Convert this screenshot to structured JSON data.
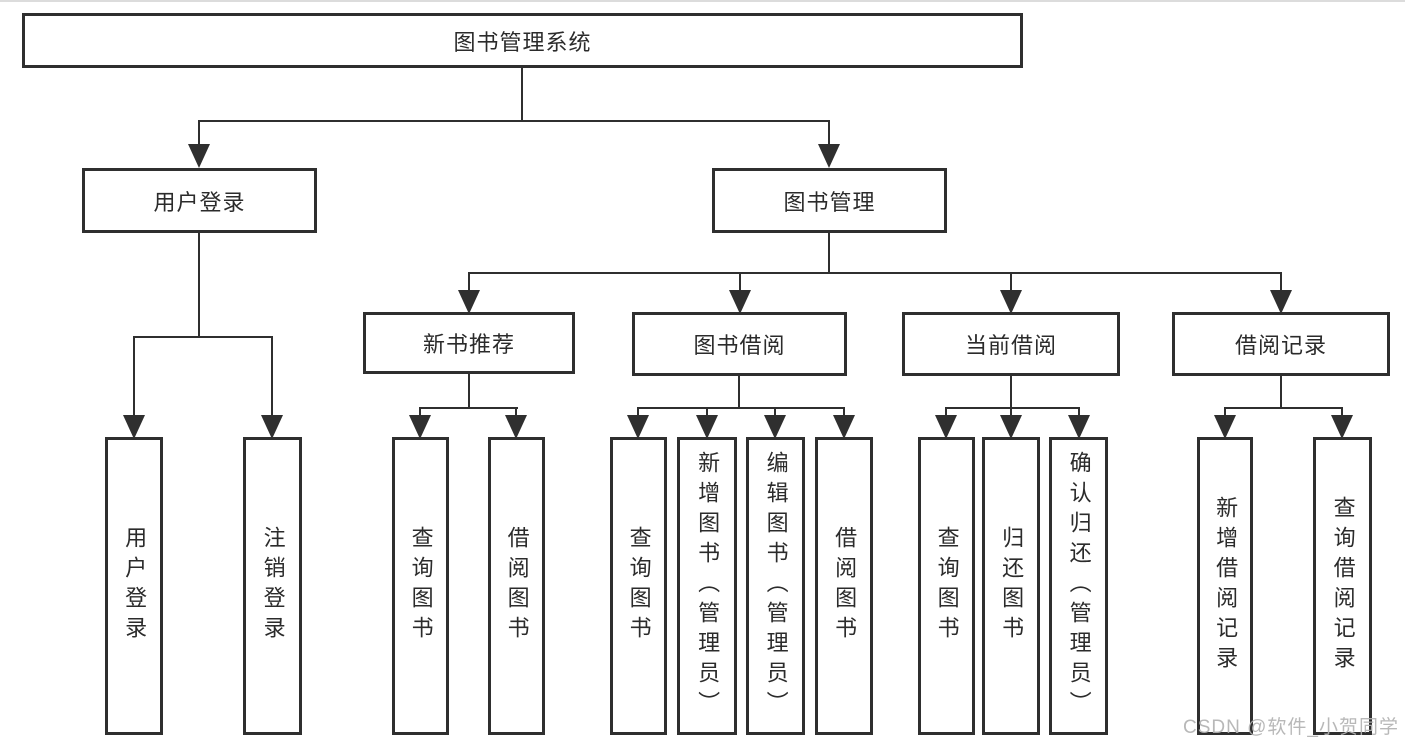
{
  "diagram": {
    "root": "图书管理系统",
    "level2": [
      "用户登录",
      "图书管理"
    ],
    "level3": [
      "新书推荐",
      "图书借阅",
      "当前借阅",
      "借阅记录"
    ],
    "leaves": {
      "login": [
        "用户登录",
        "注销登录"
      ],
      "recommend": [
        "查询图书",
        "借阅图书"
      ],
      "borrow": [
        "查询图书",
        "新增图书（管理员）",
        "编辑图书（管理员）",
        "借阅图书"
      ],
      "current": [
        "查询图书",
        "归还图书",
        "确认归还（管理员）"
      ],
      "records": [
        "新增借阅记录",
        "查询借阅记录"
      ]
    }
  },
  "watermark": "CSDN @软件_小贺同学",
  "colors": {
    "line": "#2f2f2f",
    "text": "#2b2b2b",
    "watermark": "#b2b2b2"
  }
}
